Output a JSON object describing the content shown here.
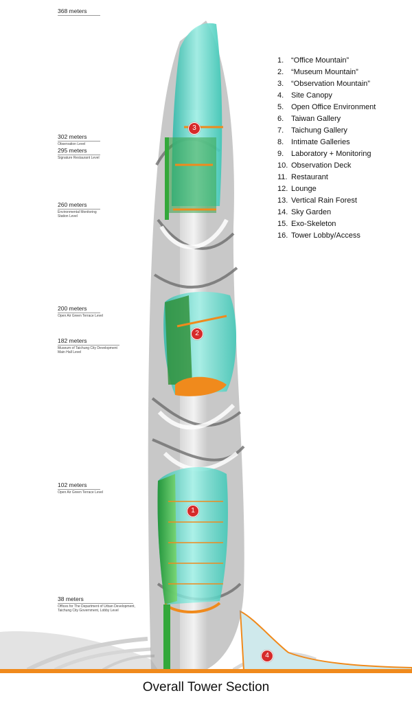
{
  "levels": [
    {
      "meters": "368 meters",
      "desc": ""
    },
    {
      "meters": "302 meters",
      "desc": "Observation Level"
    },
    {
      "meters": "295 meters",
      "desc": "Signature Restaurant Level"
    },
    {
      "meters": "260 meters",
      "desc": "Environmental Monitoring\nStation Level"
    },
    {
      "meters": "200 meters",
      "desc": "Open Air Green Terrace Level"
    },
    {
      "meters": "182 meters",
      "desc": "Museum of Taichung City Development\nMain Hall Level"
    },
    {
      "meters": "102 meters",
      "desc": "Open Air Green Terrace Level"
    },
    {
      "meters": "38 meters",
      "desc": "Offices for The Department of Urban Development,\nTaichung City Government, Lobby Level"
    }
  ],
  "legend": [
    {
      "num": "1.",
      "label": "“Office Mountain”"
    },
    {
      "num": "2.",
      "label": "“Museum Mountain”"
    },
    {
      "num": "3.",
      "label": "“Observation Mountain”"
    },
    {
      "num": "4.",
      "label": "Site Canopy"
    },
    {
      "num": "5.",
      "label": "Open Office Environment"
    },
    {
      "num": "6.",
      "label": "Taiwan Gallery"
    },
    {
      "num": "7.",
      "label": "Taichung Gallery"
    },
    {
      "num": "8.",
      "label": "Intimate Galleries"
    },
    {
      "num": "9.",
      "label": "Laboratory + Monitoring"
    },
    {
      "num": "10.",
      "label": "Observation Deck"
    },
    {
      "num": "11.",
      "label": "Restaurant"
    },
    {
      "num": "12.",
      "label": "Lounge"
    },
    {
      "num": "13.",
      "label": "Vertical Rain Forest"
    },
    {
      "num": "14.",
      "label": "Sky Garden"
    },
    {
      "num": "15.",
      "label": "Exo-Skeleton"
    },
    {
      "num": "16.",
      "label": "Tower Lobby/Access"
    }
  ],
  "markers": [
    "1",
    "2",
    "3",
    "4"
  ],
  "caption": "Overall Tower Section",
  "colors": {
    "glass": "#5fd6c8",
    "green": "#3fb23a",
    "orange": "#f08a1c",
    "skeleton": "#8a8a8a",
    "marker": "#d62a2a"
  }
}
